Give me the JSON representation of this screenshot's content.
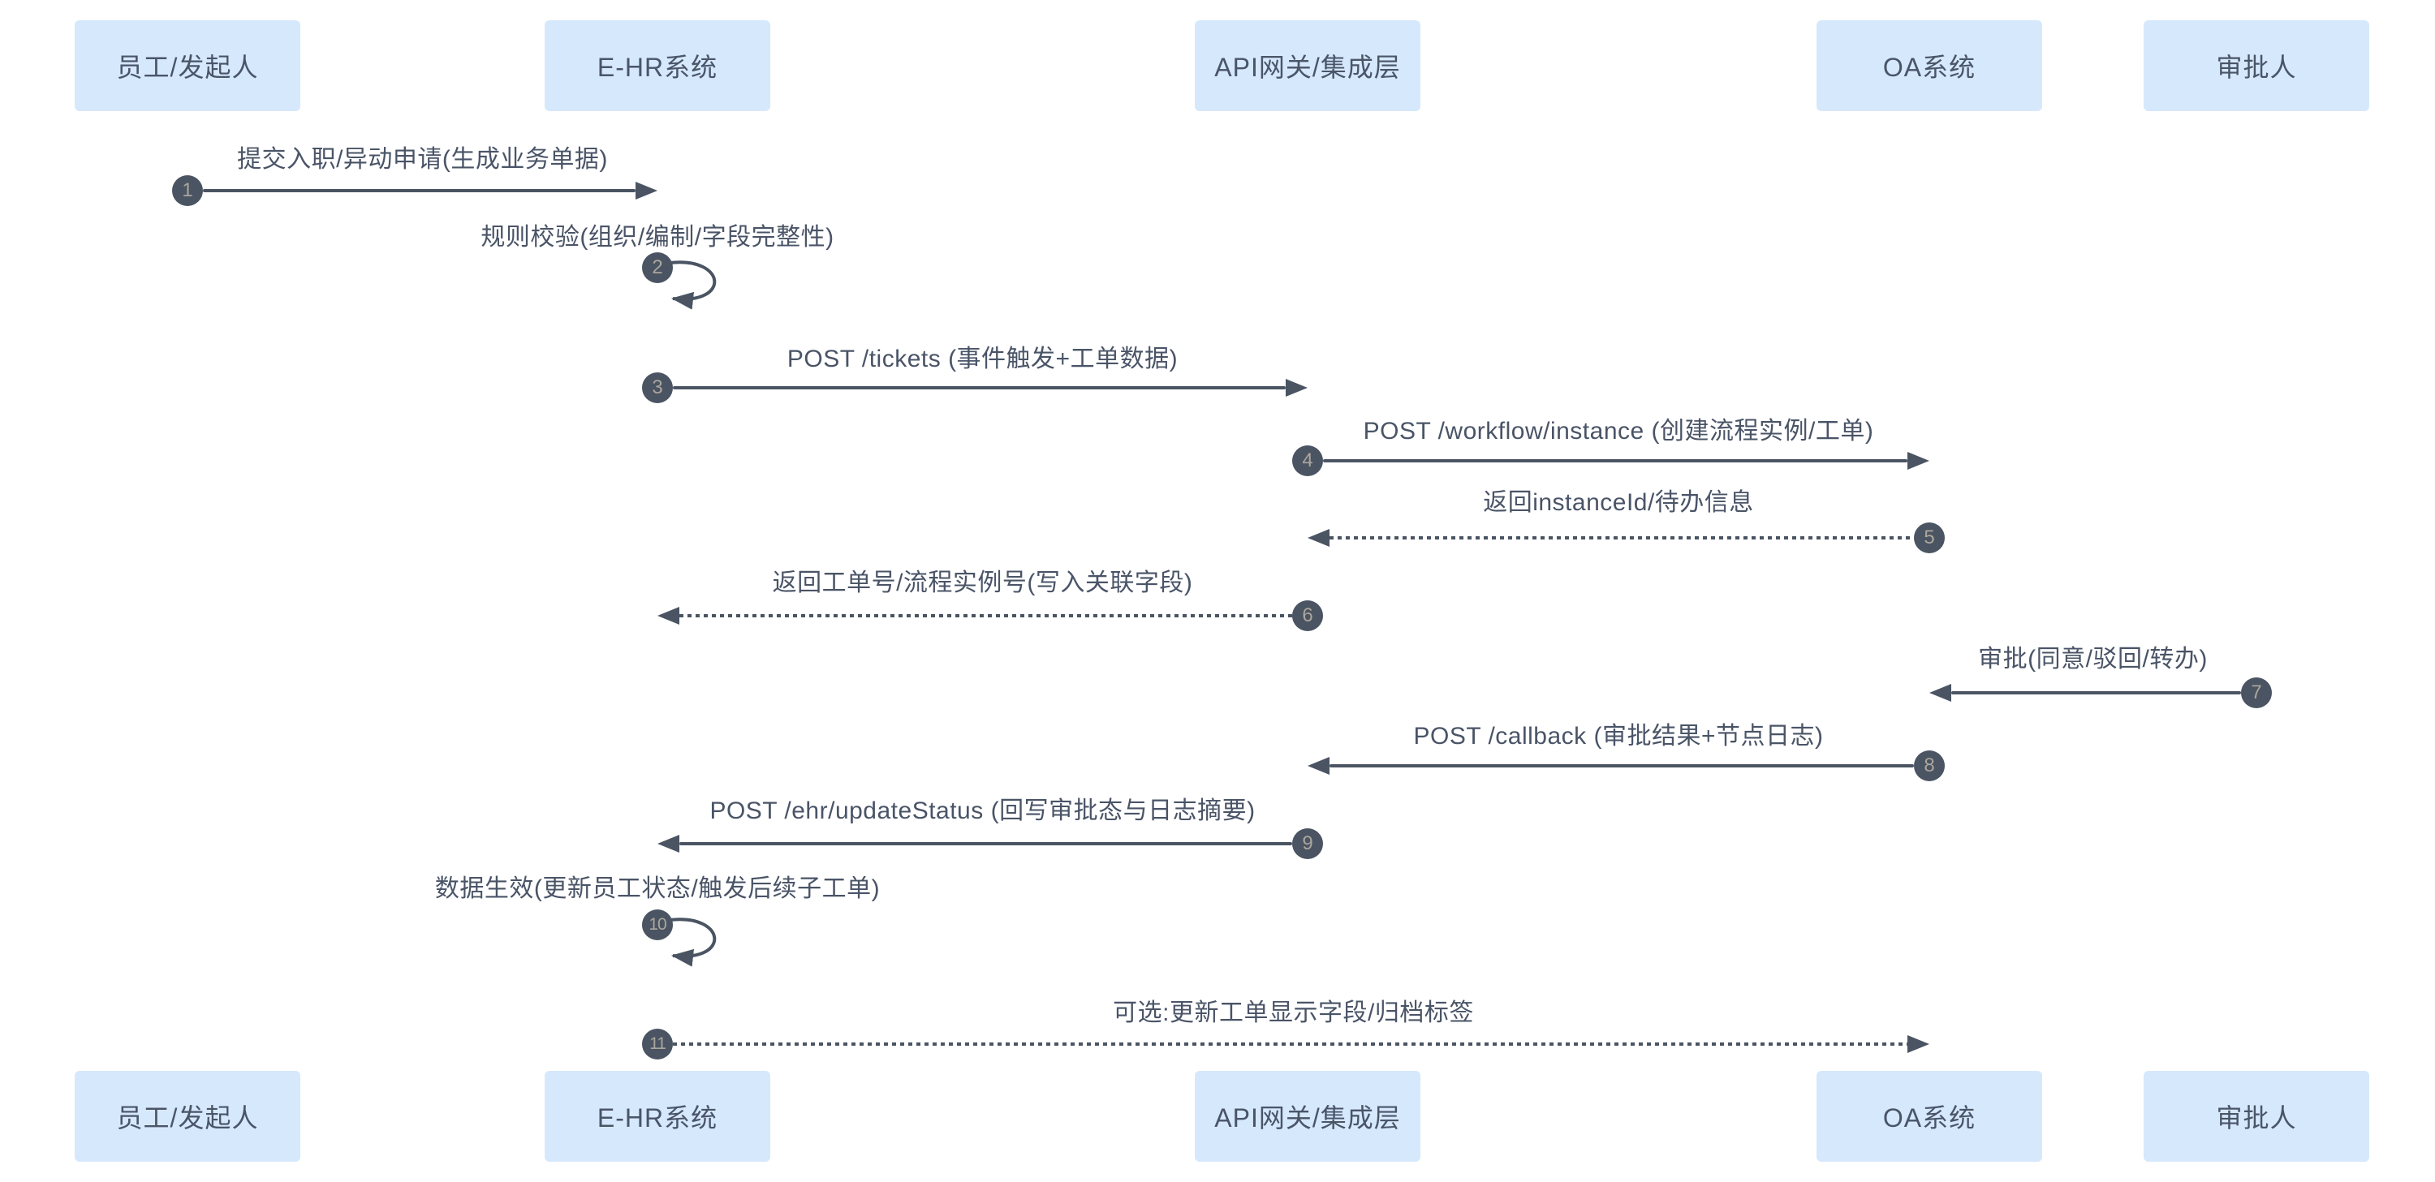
{
  "diagram": {
    "type": "sequence-diagram",
    "background": "#ffffff",
    "numbered": true
  },
  "colors": {
    "actor_fill": "#d6e8fc",
    "actor_text": "#4a5568",
    "message_text": "#4a5467",
    "line": "#4a5462",
    "badge_fill": "#4a5462",
    "badge_text": "#aba69d"
  },
  "actors": [
    {
      "label": "员工/发起人"
    },
    {
      "label": "E-HR系统"
    },
    {
      "label": "API网关/集成层"
    },
    {
      "label": "OA系统"
    },
    {
      "label": "审批人"
    }
  ],
  "messages": [
    {
      "num": "1",
      "from": "员工/发起人",
      "to": "E-HR系统",
      "style": "solid",
      "direction": "right",
      "label": "提交入职/异动申请(生成业务单据)"
    },
    {
      "num": "2",
      "from": "E-HR系统",
      "to": "E-HR系统",
      "style": "self",
      "direction": "self",
      "label": "规则校验(组织/编制/字段完整性)"
    },
    {
      "num": "3",
      "from": "E-HR系统",
      "to": "API网关/集成层",
      "style": "solid",
      "direction": "right",
      "label": "POST /tickets (事件触发+工单数据)"
    },
    {
      "num": "4",
      "from": "API网关/集成层",
      "to": "OA系统",
      "style": "solid",
      "direction": "right",
      "label": "POST /workflow/instance (创建流程实例/工单)"
    },
    {
      "num": "5",
      "from": "OA系统",
      "to": "API网关/集成层",
      "style": "dotted",
      "direction": "left",
      "label": "返回instanceId/待办信息"
    },
    {
      "num": "6",
      "from": "API网关/集成层",
      "to": "E-HR系统",
      "style": "dotted",
      "direction": "left",
      "label": "返回工单号/流程实例号(写入关联字段)"
    },
    {
      "num": "7",
      "from": "审批人",
      "to": "OA系统",
      "style": "solid",
      "direction": "left",
      "label": "审批(同意/驳回/转办)"
    },
    {
      "num": "8",
      "from": "OA系统",
      "to": "API网关/集成层",
      "style": "solid",
      "direction": "left",
      "label": "POST /callback (审批结果+节点日志)"
    },
    {
      "num": "9",
      "from": "API网关/集成层",
      "to": "E-HR系统",
      "style": "solid",
      "direction": "left",
      "label": "POST /ehr/updateStatus (回写审批态与日志摘要)"
    },
    {
      "num": "10",
      "from": "E-HR系统",
      "to": "E-HR系统",
      "style": "self",
      "direction": "self",
      "label": "数据生效(更新员工状态/触发后续子工单)"
    },
    {
      "num": "11",
      "from": "E-HR系统",
      "to": "OA系统",
      "style": "dotted",
      "direction": "right",
      "label": "可选:更新工单显示字段/归档标签"
    }
  ]
}
